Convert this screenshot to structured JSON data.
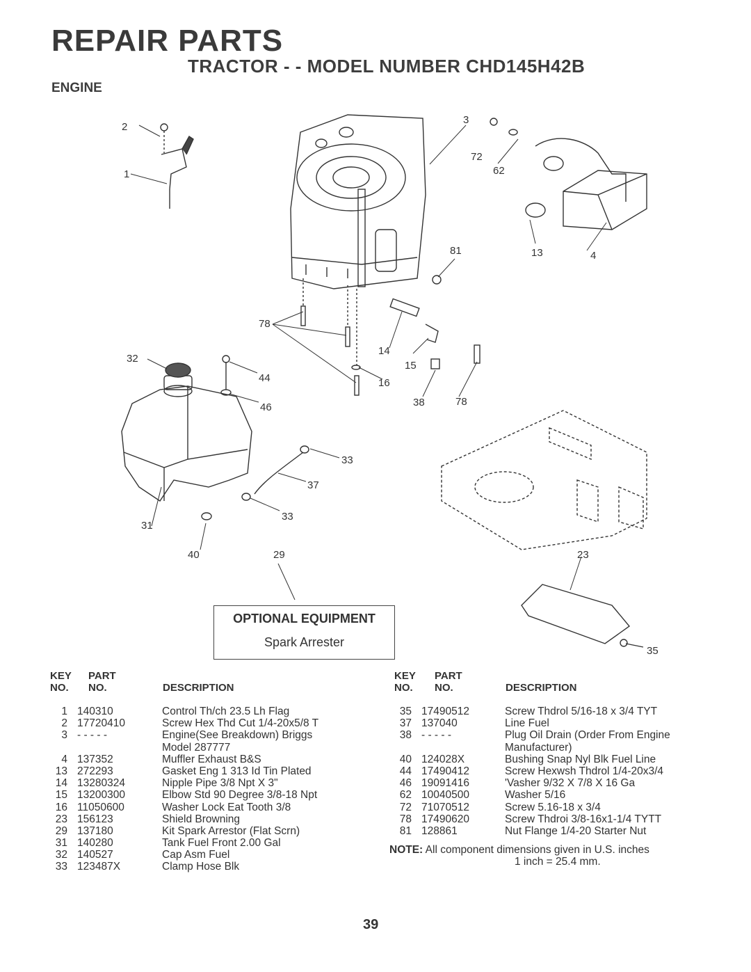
{
  "header": {
    "title": "REPAIR PARTS",
    "subtitle": "TRACTOR - - MODEL NUMBER CHD145H42B",
    "section": "ENGINE"
  },
  "callouts": [
    "2",
    "1",
    "3",
    "72",
    "62",
    "81",
    "13",
    "4",
    "78",
    "14",
    "15",
    "16",
    "38",
    "78",
    "32",
    "44",
    "46",
    "33",
    "37",
    "33",
    "31",
    "40",
    "29",
    "23",
    "35"
  ],
  "optional_equipment": {
    "heading": "OPTIONAL EQUIPMENT",
    "item": "Spark Arrester"
  },
  "table_headers": {
    "key_line1": "KEY",
    "key_line2": "NO.",
    "part_line1": "PART",
    "part_line2": "NO.",
    "description": "DESCRIPTION"
  },
  "parts_left": [
    {
      "key": "1",
      "part": "140310",
      "desc": "Control Th/ch 23.5 Lh Flag"
    },
    {
      "key": "2",
      "part": "17720410",
      "desc": "Screw Hex Thd Cut 1/4-20x5/8 T"
    },
    {
      "key": "3",
      "part": "- - - - -",
      "desc": "Engine(See Breakdown) Briggs"
    },
    {
      "key": "",
      "part": "",
      "desc": "Model 287777"
    },
    {
      "key": "4",
      "part": "137352",
      "desc": "Muffler Exhaust B&S"
    },
    {
      "key": "13",
      "part": "272293",
      "desc": "Gasket Eng 1 313 Id Tin Plated"
    },
    {
      "key": "14",
      "part": "13280324",
      "desc": "Nipple Pipe 3/8 Npt X 3\""
    },
    {
      "key": "15",
      "part": "13200300",
      "desc": "Elbow Std 90 Degree 3/8-18 Npt"
    },
    {
      "key": "16",
      "part": "11050600",
      "desc": "Washer Lock Eat Tooth 3/8"
    },
    {
      "key": "23",
      "part": "156123",
      "desc": "Shield Browning"
    },
    {
      "key": "29",
      "part": "137180",
      "desc": "Kit Spark Arrestor (Flat Scrn)"
    },
    {
      "key": "31",
      "part": "140280",
      "desc": "Tank Fuel Front 2.00 Gal"
    },
    {
      "key": "32",
      "part": "140527",
      "desc": "Cap Asm Fuel"
    },
    {
      "key": "33",
      "part": "123487X",
      "desc": "Clamp Hose Blk"
    }
  ],
  "parts_right": [
    {
      "key": "35",
      "part": "17490512",
      "desc": "Screw Thdrol 5/16-18 x 3/4 TYT"
    },
    {
      "key": "37",
      "part": "137040",
      "desc": "Line Fuel"
    },
    {
      "key": "38",
      "part": "- - - - -",
      "desc": "Plug Oil Drain (Order From Engine"
    },
    {
      "key": "",
      "part": "",
      "desc": "Manufacturer)"
    },
    {
      "key": "40",
      "part": "124028X",
      "desc": "Bushing Snap Nyl Blk Fuel Line"
    },
    {
      "key": "44",
      "part": "17490412",
      "desc": "Screw Hexwsh Thdrol 1/4-20x3/4"
    },
    {
      "key": "46",
      "part": "19091416",
      "desc": "'Vasher 9/32 X 7/8 X 16 Ga"
    },
    {
      "key": "62",
      "part": "10040500",
      "desc": "Washer 5/16"
    },
    {
      "key": "72",
      "part": "71070512",
      "desc": "Screw 5.16-18 x 3/4"
    },
    {
      "key": "78",
      "part": "17490620",
      "desc": "Screw Thdroi 3/8-16x1-1/4 TYTT"
    },
    {
      "key": "81",
      "part": "128861",
      "desc": "Nut Flange 1/4-20 Starter Nut"
    }
  ],
  "note": {
    "label": "NOTE:",
    "line1": "All component dimensions given in U.S. inches",
    "line2": "1 inch = 25.4 mm."
  },
  "page_number": "39"
}
